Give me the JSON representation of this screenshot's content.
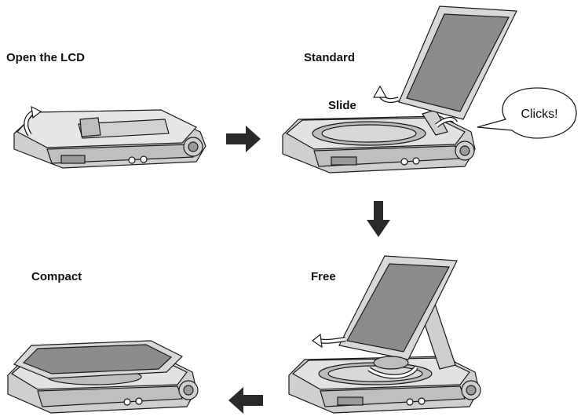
{
  "labels": {
    "open_lcd": "Open the LCD",
    "standard": "Standard",
    "slide": "Slide",
    "clicks": "Clicks!",
    "free": "Free",
    "compact": "Compact"
  },
  "colors": {
    "device_fill": "#dcdcdc",
    "device_dark": "#9a9a9a",
    "screen": "#8c8c8c",
    "arrow": "#2a2a2a",
    "outline": "#1a1a1a"
  }
}
